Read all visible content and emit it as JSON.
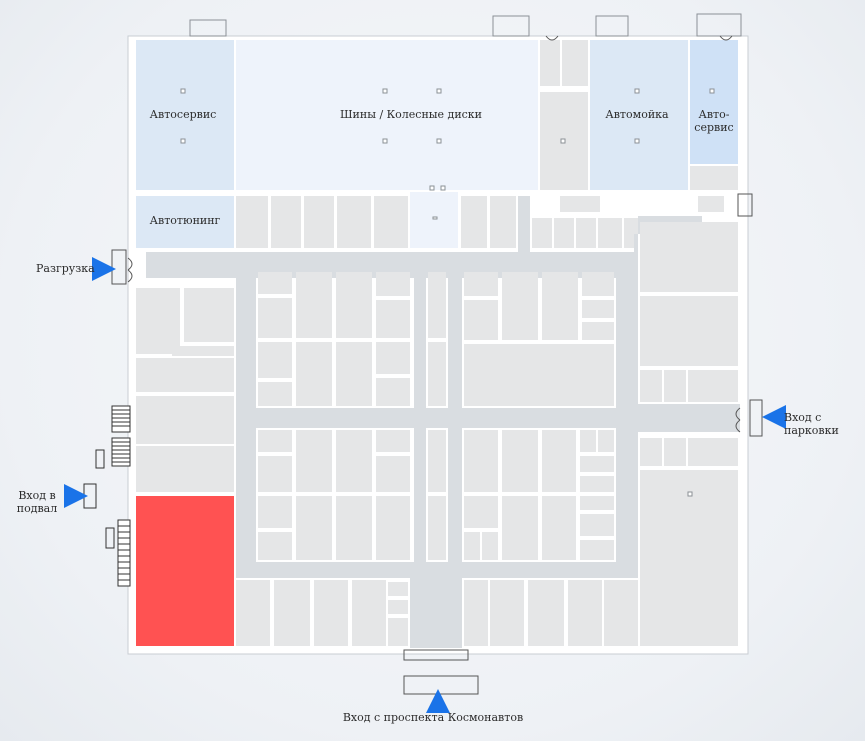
{
  "colors": {
    "background": "#eef1f5",
    "wall": "#ffffff",
    "shop": "#e5e6e7",
    "corridor": "#d9dde1",
    "blue_light": "#eef3fb",
    "blue_mid": "#dce8f5",
    "blue_strong": "#cfe1f6",
    "highlight": "#ff5252",
    "arrow": "#1a73e8"
  },
  "zones": {
    "autoservice_left": "Автосервис",
    "tires": "Шины / Колесные диски",
    "carwash": "Автомойка",
    "autoservice_right": "Авто-сервис",
    "tuning": "Автотюнинг"
  },
  "entrances": {
    "unloading": "Разгрузка",
    "basement": "Вход в подвал",
    "parking": "Вход с парковки",
    "main": "Вход с проспекта Космонавтов"
  }
}
